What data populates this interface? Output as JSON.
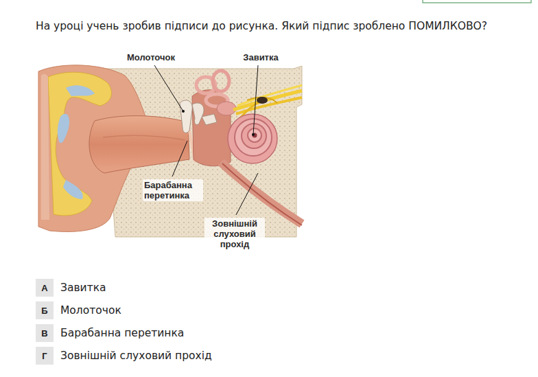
{
  "diagram": {
    "title": "На уроці учень зробив підписи до рисунка. Який підпис зроблено ПОМИЛКОВО?",
    "nodes": [
      {
        "text": [
          "А",
          "Завитка"
        ]
      },
      {
        "text": [
          "Б",
          "Молоточок"
        ]
      },
      {
        "text": [
          "В",
          "Барабанна перетинка"
        ]
      },
      {
        "text": [
          "Г",
          "Зовнішній слуховий прохід"
        ]
      }
    ],
    "labels": [
      "Молоточок",
      "Завитка",
      "Барабанна перетинка",
      "Зовнішній слуховий прохід"
    ]
  }
}
